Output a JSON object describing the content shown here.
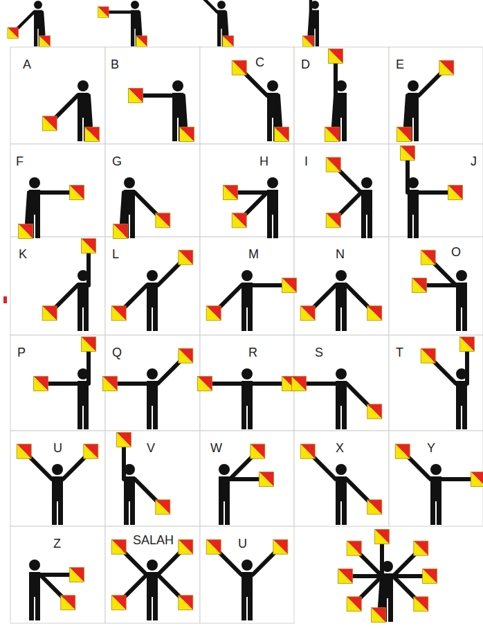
{
  "diagram": {
    "labels": [
      "A",
      "B",
      "C",
      "D",
      "E",
      "F",
      "G",
      "H",
      "I",
      "J",
      "K",
      "L",
      "M",
      "N",
      "O",
      "P",
      "Q",
      "R",
      "S",
      "T",
      "U",
      "V",
      "W",
      "X",
      "Y",
      "Z",
      "SALAH",
      "U"
    ]
  }
}
